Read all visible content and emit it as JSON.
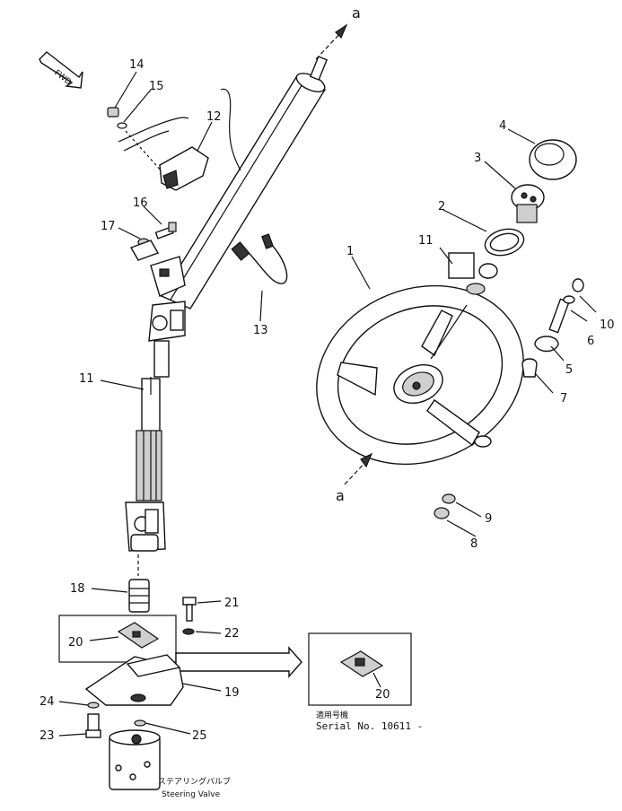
{
  "arrows": {
    "top_label": "a",
    "bottom_label": "a"
  },
  "fwd_label": "FWD",
  "parts": {
    "p1": "1",
    "p2": "2",
    "p3": "3",
    "p4": "4",
    "p5": "5",
    "p6": "6",
    "p7": "7",
    "p8": "8",
    "p9": "9",
    "p10": "10",
    "p11a": "11",
    "p11b": "11",
    "p12": "12",
    "p13": "13",
    "p14": "14",
    "p15": "15",
    "p16": "16",
    "p17": "17",
    "p18": "18",
    "p19": "19",
    "p20a": "20",
    "p20b": "20",
    "p21": "21",
    "p22": "22",
    "p23": "23",
    "p24": "24",
    "p25": "25"
  },
  "serial_box": {
    "jp": "適用号機",
    "serial": "Serial No. 10611 -"
  },
  "valve": {
    "jp": "ステアリングバルブ",
    "en": "Steering Valve"
  }
}
